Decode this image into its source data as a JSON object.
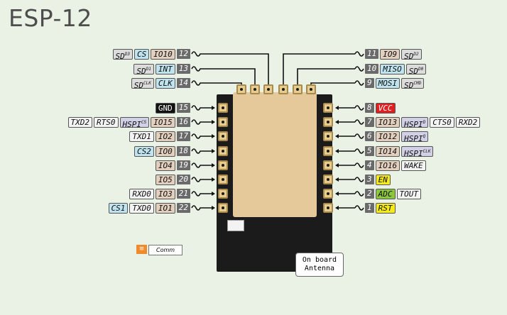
{
  "title": "ESP-12",
  "colors": {
    "chip": "#1b1b1b",
    "shield": "#e6c99b",
    "pad": "#e7cc8e",
    "wire": "#111111",
    "pin_number": "#6a6a6a"
  },
  "top_left": [
    {
      "pin": "12",
      "labels": [
        {
          "text": "SD",
          "sup": "D3",
          "style": "gray"
        },
        {
          "text": "CS",
          "style": "blue"
        },
        {
          "text": "IO10",
          "style": "tan"
        }
      ]
    },
    {
      "pin": "13",
      "labels": [
        {
          "text": "SD",
          "sup": "D1",
          "style": "gray"
        },
        {
          "text": "INT",
          "style": "blue"
        }
      ]
    },
    {
      "pin": "14",
      "labels": [
        {
          "text": "SD",
          "sup": "CLK",
          "style": "gray"
        },
        {
          "text": "CLK",
          "style": "blue"
        }
      ]
    }
  ],
  "top_right": [
    {
      "pin": "11",
      "labels": [
        {
          "text": "IO9",
          "style": "tan"
        },
        {
          "text": "SD",
          "sup": "D2",
          "style": "gray"
        }
      ]
    },
    {
      "pin": "10",
      "labels": [
        {
          "text": "MISO",
          "style": "blue"
        },
        {
          "text": "SD",
          "sup": "D0",
          "style": "gray"
        }
      ]
    },
    {
      "pin": "9",
      "labels": [
        {
          "text": "MOSI",
          "style": "blue"
        },
        {
          "text": "SD",
          "sup": "CMD",
          "style": "gray"
        }
      ]
    }
  ],
  "left_pins": [
    {
      "pin": "15",
      "labels": [
        {
          "text": "GND",
          "style": "black"
        }
      ]
    },
    {
      "pin": "16",
      "labels": [
        {
          "text": "TXD2",
          "style": "white"
        },
        {
          "text": "RTS0",
          "style": "white"
        },
        {
          "text": "HSPI",
          "sup": "CS",
          "style": "lav"
        },
        {
          "text": "IO15",
          "style": "tan"
        }
      ]
    },
    {
      "pin": "17",
      "labels": [
        {
          "text": "TXD1",
          "style": "white"
        },
        {
          "text": "IO2",
          "style": "tan"
        }
      ]
    },
    {
      "pin": "18",
      "labels": [
        {
          "text": "CS2",
          "style": "blue"
        },
        {
          "text": "IO0",
          "style": "tan"
        }
      ]
    },
    {
      "pin": "19",
      "labels": [
        {
          "text": "IO4",
          "style": "tan"
        }
      ]
    },
    {
      "pin": "20",
      "labels": [
        {
          "text": "IO5",
          "style": "tan"
        }
      ]
    },
    {
      "pin": "21",
      "labels": [
        {
          "text": "RXD0",
          "style": "white"
        },
        {
          "text": "IO3",
          "style": "tan"
        }
      ]
    },
    {
      "pin": "22",
      "labels": [
        {
          "text": "CS1",
          "style": "blue"
        },
        {
          "text": "TXD0",
          "style": "white"
        },
        {
          "text": "IO1",
          "style": "tan"
        }
      ]
    }
  ],
  "right_pins": [
    {
      "pin": "8",
      "labels": [
        {
          "text": "VCC",
          "style": "red"
        }
      ]
    },
    {
      "pin": "7",
      "labels": [
        {
          "text": "IO13",
          "style": "tan"
        },
        {
          "text": "HSPI",
          "sup": "D",
          "style": "lav"
        },
        {
          "text": "CTS0",
          "style": "white"
        },
        {
          "text": "RXD2",
          "style": "white"
        }
      ]
    },
    {
      "pin": "6",
      "labels": [
        {
          "text": "IO12",
          "style": "tan"
        },
        {
          "text": "HSPI",
          "sup": "Q",
          "style": "lav"
        }
      ]
    },
    {
      "pin": "5",
      "labels": [
        {
          "text": "IO14",
          "style": "tan"
        },
        {
          "text": "HSPI",
          "sup": "CLK",
          "style": "lav"
        }
      ]
    },
    {
      "pin": "4",
      "labels": [
        {
          "text": "IO16",
          "style": "tan"
        },
        {
          "text": "WAKE",
          "style": "white"
        }
      ]
    },
    {
      "pin": "3",
      "labels": [
        {
          "text": "EN",
          "style": "yellow"
        }
      ]
    },
    {
      "pin": "2",
      "labels": [
        {
          "text": "ADC",
          "style": "green"
        },
        {
          "text": "TOUT",
          "style": "white"
        }
      ]
    },
    {
      "pin": "1",
      "labels": [
        {
          "text": "RST",
          "style": "yellow"
        }
      ]
    }
  ],
  "comm": {
    "label": "Comm",
    "icon": "comm-led-icon"
  },
  "antenna": {
    "line1": "On board",
    "line2": "Antenna"
  }
}
